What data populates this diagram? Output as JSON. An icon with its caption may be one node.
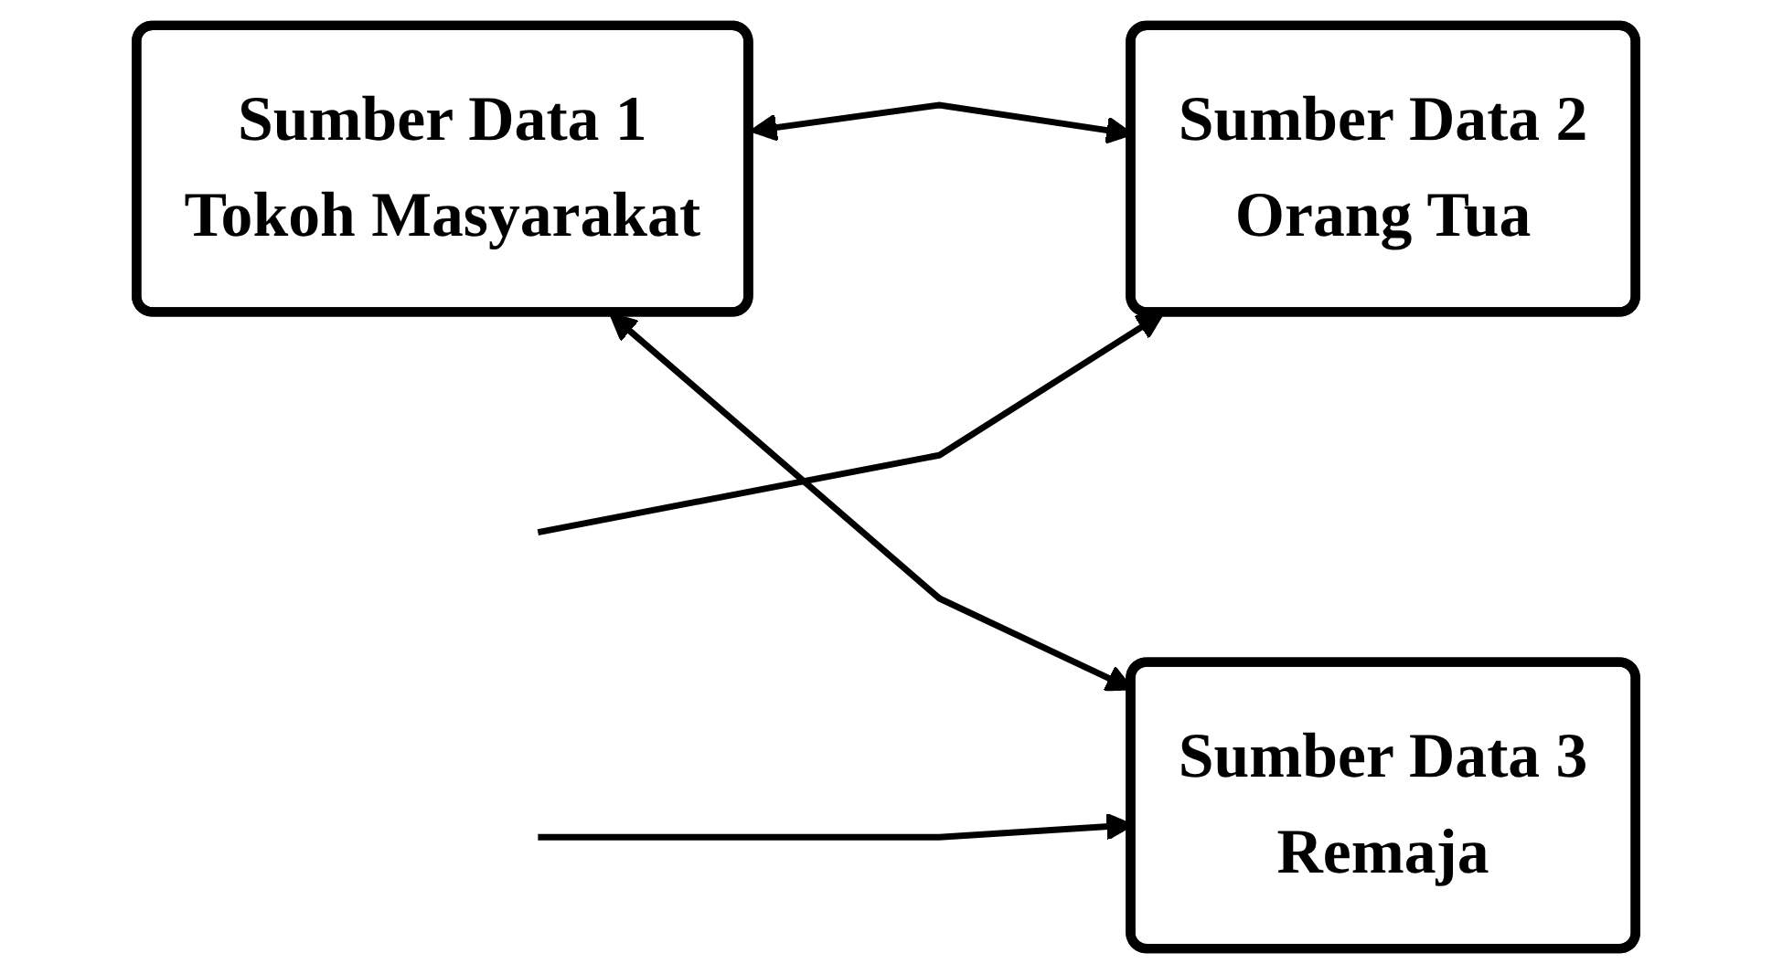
{
  "diagram": {
    "nodes": [
      {
        "text": [
          "Sumber Data 1",
          "Tokoh Masyarakat"
        ]
      },
      {
        "text": [
          "Sumber Data 2",
          "Orang Tua"
        ]
      },
      {
        "text": [
          "Sumber Data 3",
          "Remaja"
        ]
      }
    ],
    "edges": [
      {
        "from": 0,
        "to": 1,
        "arrow": "both"
      },
      {
        "from": 0,
        "to": 2,
        "arrow": "both"
      },
      {
        "from": null,
        "to": 1,
        "arrow": "to"
      },
      {
        "from": null,
        "to": 2,
        "arrow": "to"
      }
    ]
  }
}
